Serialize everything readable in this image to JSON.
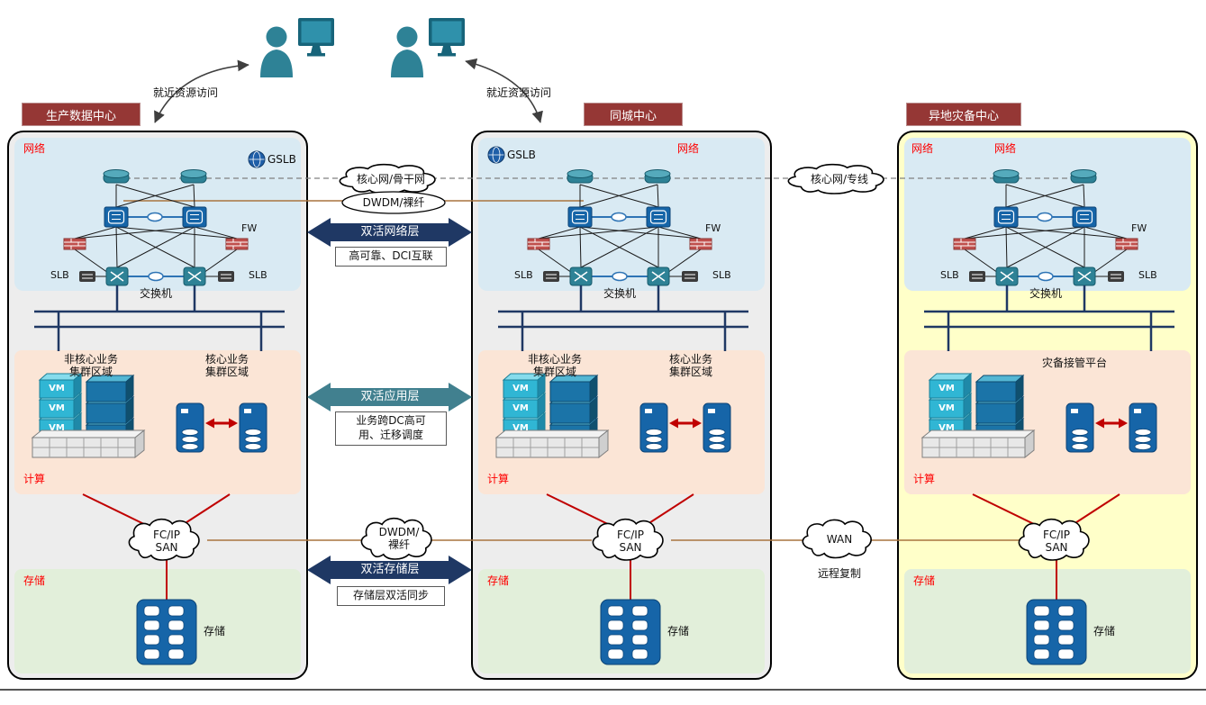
{
  "users": {
    "left_label": "就近资源访问",
    "right_label": "就近资源访问"
  },
  "links": {
    "core_backbone": "核心网/骨干网",
    "dwdm_fiber": "DWDM/裸纤",
    "core_private": "核心网/专线",
    "net_arrow": "双活网络层",
    "net_arrow_note": "高可靠、DCI互联",
    "app_arrow": "双活应用层",
    "app_arrow_note": "业务跨DC高可\n用、迁移调度",
    "storage_arrow": "双活存储层",
    "storage_arrow_note": "存储层双活同步",
    "dwdm_fiber2": "DWDM/\n裸纤",
    "wan": "WAN",
    "remote_copy": "远程复制"
  },
  "vm_label": "VM",
  "centers": [
    {
      "title": "生产数据中心",
      "network": "网络",
      "gslb": "GSLB",
      "fw": "FW",
      "slb": "SLB",
      "switch_label": "交换机",
      "noncore": "非核心业务\n集群区域",
      "core": "核心业务\n集群区域",
      "compute": "计算",
      "san": "FC/IP\nSAN",
      "storage": "存储",
      "storage_device": "存储"
    },
    {
      "title": "同城中心",
      "network": "网络",
      "gslb": "GSLB",
      "fw": "FW",
      "slb": "SLB",
      "switch_label": "交换机",
      "noncore": "非核心业务\n集群区域",
      "core": "核心业务\n集群区域",
      "compute": "计算",
      "san": "FC/IP\nSAN",
      "storage": "存储",
      "storage_device": "存储"
    },
    {
      "title": "异地灾备中心",
      "network": "网络",
      "network2": "网络",
      "fw": "FW",
      "slb": "SLB",
      "switch_label": "交换机",
      "platform": "灾备接管平台",
      "compute": "计算",
      "san": "FC/IP\nSAN",
      "storage": "存储",
      "storage_device": "存储"
    }
  ],
  "colors": {
    "banner": "#953735",
    "navy_arrow": "#1f3864",
    "teal_arrow": "#41808f",
    "device_blue": "#1665a8",
    "icon_teal": "#2e8296",
    "vm_cyan": "#30b6d4",
    "replication_red": "#c00000",
    "label_red": "#fe0000",
    "network_bg": "#d9eaf3",
    "compute_bg": "#fbe5d6",
    "storage_bg": "#e2efda",
    "center_bg": "#ededed",
    "dr_center_bg": "#ffffc9",
    "link_brown": "#a9743f"
  }
}
